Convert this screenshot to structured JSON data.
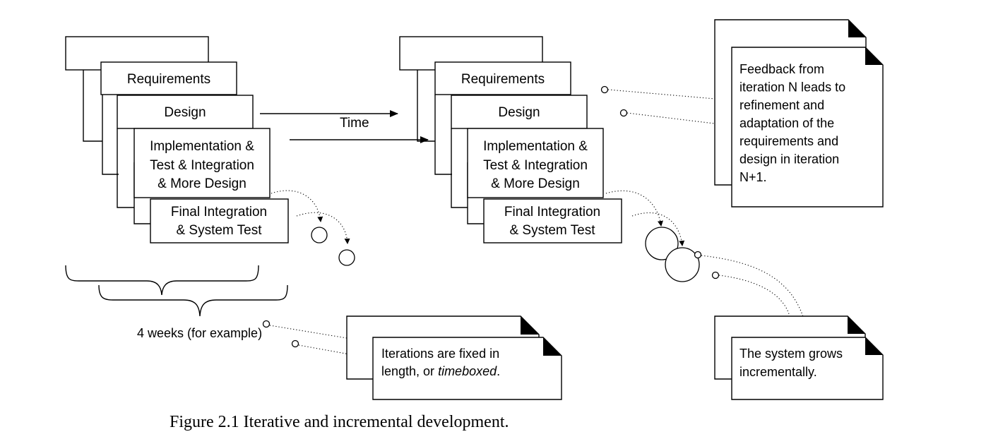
{
  "phases": {
    "requirements": "Requirements",
    "design": "Design",
    "impl_line1": "Implementation &",
    "impl_line2": "Test & Integration",
    "impl_line3": "& More Design",
    "final_line1": "Final Integration",
    "final_line2": "& System Test"
  },
  "time_label": "Time",
  "duration_label": "4 weeks (for example)",
  "notes": {
    "timebox": {
      "line1": "Iterations are fixed in",
      "line2_prefix": "length, or ",
      "line2_italic": "timeboxed",
      "line2_suffix": "."
    },
    "feedback": {
      "lines": [
        "Feedback from",
        "iteration N leads to",
        "refinement and",
        "adaptation of the",
        "requirements and",
        "design in iteration",
        "N+1."
      ]
    },
    "grows": {
      "line1": "The system grows",
      "line2": "incrementally."
    }
  },
  "caption": "Figure 2.1 Iterative and incremental development."
}
